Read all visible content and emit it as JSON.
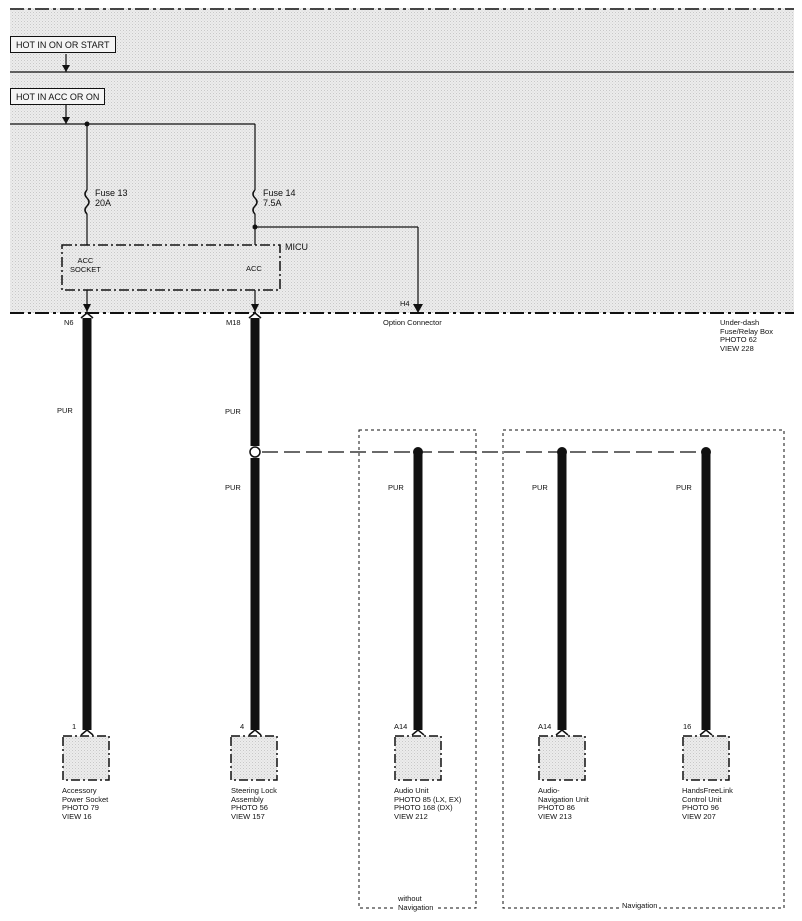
{
  "header": {
    "hot_start": "HOT IN ON OR START",
    "hot_acc": "HOT IN ACC OR ON"
  },
  "fuses": [
    {
      "name": "Fuse 13",
      "rating": "20A"
    },
    {
      "name": "Fuse 14",
      "rating": "7.5A"
    }
  ],
  "micu": {
    "label": "MICU",
    "acc_socket_line1": "ACC",
    "acc_socket_line2": "SOCKET",
    "acc": "ACC"
  },
  "option_connector": {
    "pin": "H4",
    "label": "Option Connector"
  },
  "fuse_box": {
    "line1": "Under-dash",
    "line2": "Fuse/Relay Box",
    "photo": "PHOTO 62",
    "view": "VIEW 228"
  },
  "terminals": {
    "n6": "N6",
    "m18": "M18"
  },
  "wire_color": "PUR",
  "components": [
    {
      "pin": "1",
      "line1": "Accessory",
      "line2": "Power Socket",
      "photo": "PHOTO 79",
      "view": "VIEW 16"
    },
    {
      "pin": "4",
      "line1": "Steering Lock",
      "line2": "Assembly",
      "photo": "PHOTO 56",
      "view": "VIEW 157"
    },
    {
      "pin": "A14",
      "line1": "Audio Unit",
      "line2": "PHOTO 85 (LX, EX)",
      "photo": "PHOTO 168 (DX)",
      "view": "VIEW 212"
    },
    {
      "pin": "A14",
      "line1": "Audio-",
      "line2": "Navigation Unit",
      "photo": "PHOTO 86",
      "view": "VIEW 213"
    },
    {
      "pin": "16",
      "line1": "HandsFreeLink",
      "line2": "Control Unit",
      "photo": "PHOTO 96",
      "view": "VIEW 207"
    }
  ],
  "groups": {
    "without_nav_line1": "without",
    "without_nav_line2": "Navigation",
    "nav": "Navigation"
  },
  "colors": {
    "wire": "#111111",
    "shade": "#e6e6e6"
  }
}
